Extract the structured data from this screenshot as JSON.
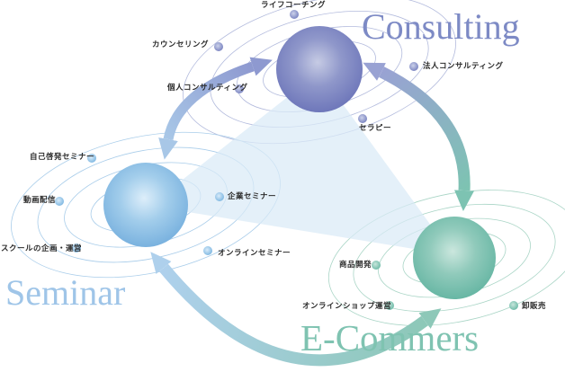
{
  "nodes": {
    "consulting": {
      "title": "Consulting",
      "title_color": "#7d8ac5",
      "sphere_color": "#6f78ba",
      "satellites": [
        "ライフコーチング",
        "カウンセリング",
        "個人コンサルティング",
        "法人コンサルティング",
        "セラピー"
      ]
    },
    "seminar": {
      "title": "Seminar",
      "title_color": "#9fc5e8",
      "sphere_color": "#79b2e0",
      "satellites": [
        "自己啓発セミナー",
        "動画配信",
        "スクールの企画・運営",
        "企業セミナー",
        "オンラインセミナー"
      ]
    },
    "ecommers": {
      "title": "E-Commers",
      "title_color": "#7fc3b1",
      "sphere_color": "#67b6a3",
      "satellites": [
        "商品開発",
        "オンラインショップ運営",
        "卸販売"
      ]
    }
  },
  "connections": [
    {
      "from": "seminar",
      "to": "consulting",
      "bidirectional": true
    },
    {
      "from": "consulting",
      "to": "ecommers",
      "bidirectional": true
    },
    {
      "from": "seminar",
      "to": "ecommers",
      "bidirectional": true
    }
  ]
}
